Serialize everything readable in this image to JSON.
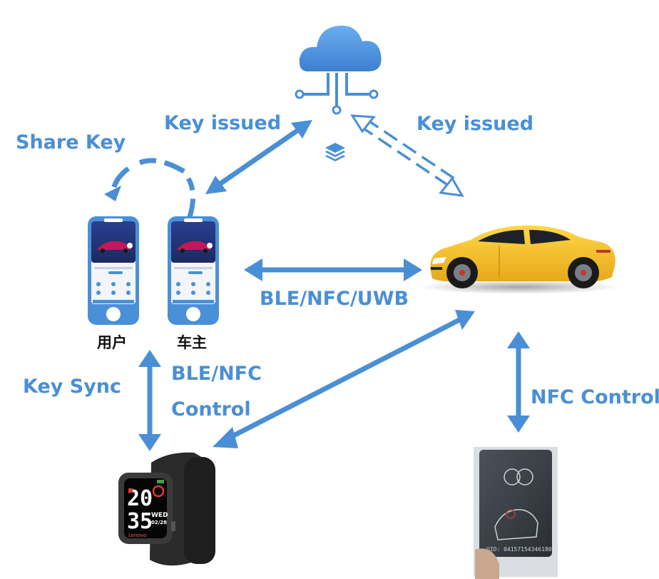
{
  "labels": {
    "key_issued_left": "Key issued",
    "key_issued_right": "Key issued",
    "share_key": "Share Key",
    "ble_nfc_uwb": "BLE/NFC/UWB",
    "key_sync": "Key Sync",
    "ble_nfc_line1": "BLE/NFC",
    "ble_nfc_line2": "Control",
    "nfc_control": "NFC Control",
    "user": "用户",
    "owner": "车主"
  },
  "watch": {
    "hour": "20",
    "minute": "35",
    "weekday": "WED",
    "date": "02/28",
    "brand": "Lenovo"
  },
  "card": {
    "uid": "UID: 04157154346180"
  },
  "colors": {
    "accent": "#4a8fd6",
    "cloud": "#4a8fd6",
    "car": "#f5c030"
  }
}
